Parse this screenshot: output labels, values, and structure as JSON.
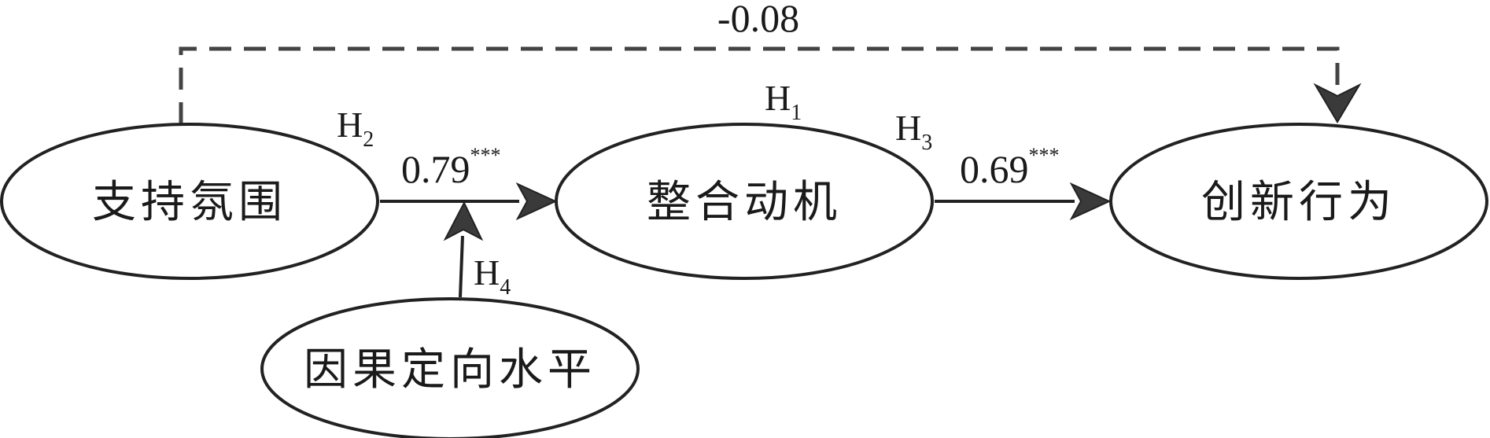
{
  "nodes": {
    "support": {
      "label": "支持氛围"
    },
    "motivation": {
      "label": "整合动机"
    },
    "innovation": {
      "label": "创新行为"
    },
    "causality": {
      "label": "因果定向水平"
    }
  },
  "edges": {
    "support_to_motivation": {
      "coefficient": "0.79",
      "significance": "***"
    },
    "motivation_to_innovation": {
      "coefficient": "0.69",
      "significance": "***"
    },
    "support_to_innovation": {
      "coefficient": "-0.08",
      "style": "dashed"
    },
    "causality_moderation": {
      "target": "support_to_motivation"
    }
  },
  "hypotheses": {
    "h1": {
      "letter": "H",
      "index": "1"
    },
    "h2": {
      "letter": "H",
      "index": "2"
    },
    "h3": {
      "letter": "H",
      "index": "3"
    },
    "h4": {
      "letter": "H",
      "index": "4"
    }
  }
}
